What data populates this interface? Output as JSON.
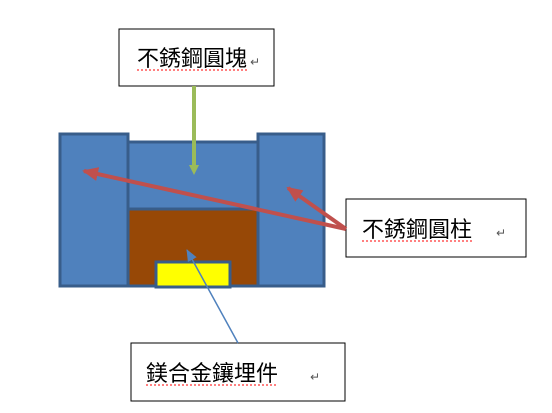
{
  "labels": {
    "top_block": "不銹鋼圓塊",
    "right_column": "不銹鋼圓柱",
    "bottom_insert": "鎂合金鑲埋件",
    "paragraph_mark": "↵"
  },
  "colors": {
    "steel_blue": "#4f81bd",
    "steel_outline": "#385d8a",
    "magnesium_brown": "#974806",
    "insert_yellow": "#ffff00",
    "arrow_green": "#9bbb59",
    "arrow_red": "#c0504d",
    "arrow_blue": "#4f81bd",
    "spell_underline": "#ff0000"
  }
}
